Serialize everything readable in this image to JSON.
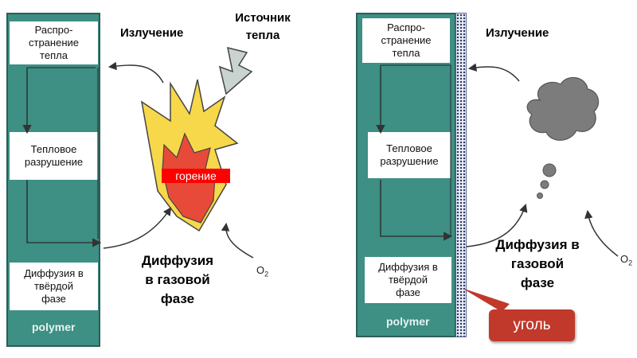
{
  "left": {
    "box_heat": "Распро-\nстранение\nтепла",
    "box_decomp": "Тепловое\nразрушение",
    "box_diff_solid": "Диффузия в\nтвёрдой\nфазе",
    "polymer": "polymer",
    "radiation": "Излучение",
    "heat_source": "Источник\nтепла",
    "burning": "горение",
    "diff_gas": "Диффузия\nв газовой\nфазе",
    "o2": "O",
    "o2_sub": "2"
  },
  "right": {
    "box_heat": "Распро-\nстранение\nтепла",
    "box_decomp": "Тепловое\nразрушение",
    "box_diff_solid": "Диффузия в\nтвёрдой\nфазе",
    "polymer": "polymer",
    "radiation": "Излучение",
    "diff_gas": "Диффузия в\nгазовой\nфазе",
    "coal": "уголь",
    "o2": "O",
    "o2_sub": "2"
  },
  "colors": {
    "wall": "#3e8f84",
    "flame_outer": "#f7d84a",
    "flame_inner": "#e84a3a",
    "burning_label": "#ff0000",
    "coal": "#c0392b",
    "smoke": "#7c7c7c"
  }
}
